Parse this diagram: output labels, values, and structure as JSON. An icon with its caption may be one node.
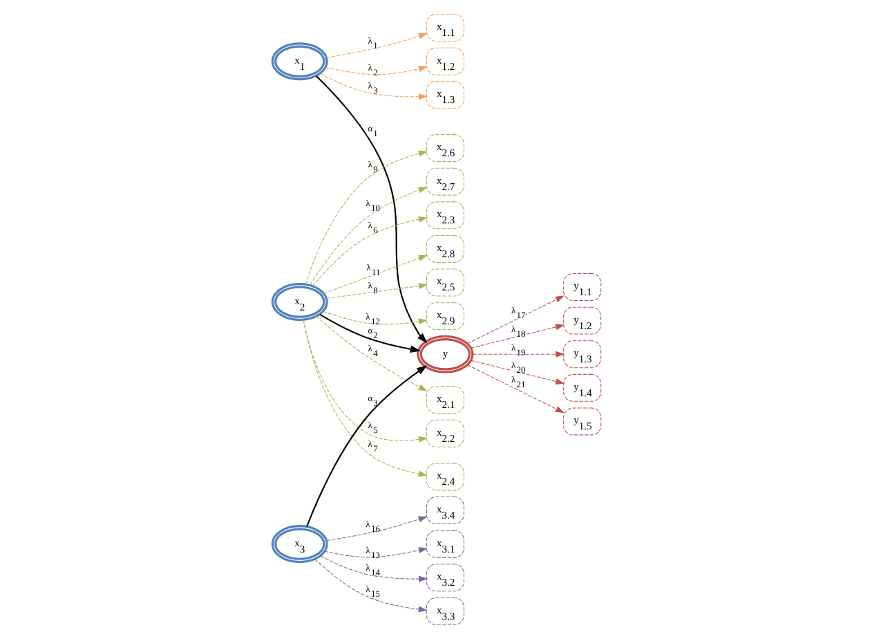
{
  "diagram": {
    "nodes": [
      {
        "text": [
          "x$_{1}$"
        ]
      },
      {
        "text": [
          "x$_{1.1}$"
        ]
      },
      {
        "text": [
          "x$_{1.2}$"
        ]
      },
      {
        "text": [
          "x$_{1.3}$"
        ]
      },
      {
        "text": [
          "x$_{2}$"
        ]
      },
      {
        "text": [
          "x$_{2.1}$"
        ]
      },
      {
        "text": [
          "x$_{2.2}$"
        ]
      },
      {
        "text": [
          "x$_{2.3}$"
        ]
      },
      {
        "text": [
          "x$_{2.4}$"
        ]
      },
      {
        "text": [
          "x$_{2.5}$"
        ]
      },
      {
        "text": [
          "x$_{2.6}$"
        ]
      },
      {
        "text": [
          "x$_{2.7}$"
        ]
      },
      {
        "text": [
          "x$_{2.8}$"
        ]
      },
      {
        "text": [
          "x$_{2.9}$"
        ]
      },
      {
        "text": [
          "x$_{3}$"
        ]
      },
      {
        "text": [
          "x$_{3.1}$"
        ]
      },
      {
        "text": [
          "x$_{3.2}$"
        ]
      },
      {
        "text": [
          "x$_{3.3}$"
        ]
      },
      {
        "text": [
          "x$_{3.4}$"
        ]
      },
      {
        "text": [
          "y"
        ]
      },
      {
        "text": [
          "y$_{1.1}$"
        ]
      },
      {
        "text": [
          "y$_{1.2}$"
        ]
      },
      {
        "text": [
          "y$_{1.3}$"
        ]
      },
      {
        "text": [
          "y$_{1.4}$"
        ]
      },
      {
        "text": [
          "y$_{1.5}$"
        ]
      }
    ],
    "edges": [
      {
        "from": 0,
        "to": 1,
        "arrow": "to",
        "label": "λ$_{1}$",
        "style": "dashed",
        "color": "#f0a060"
      },
      {
        "from": 0,
        "to": 2,
        "arrow": "to",
        "label": "λ$_{2}$",
        "style": "dashed",
        "color": "#f0a060"
      },
      {
        "from": 0,
        "to": 3,
        "arrow": "to",
        "label": "λ$_{3}$",
        "style": "dashed",
        "color": "#f0a060"
      },
      {
        "from": 4,
        "to": 5,
        "arrow": "to",
        "label": "λ$_{4}$",
        "style": "dashed",
        "color": "#9bbb59"
      },
      {
        "from": 4,
        "to": 6,
        "arrow": "to",
        "label": "λ$_{5}$",
        "style": "dashed",
        "color": "#9bbb59"
      },
      {
        "from": 4,
        "to": 7,
        "arrow": "to",
        "label": "λ$_{6}$",
        "style": "dashed",
        "color": "#9bbb59"
      },
      {
        "from": 4,
        "to": 8,
        "arrow": "to",
        "label": "λ$_{7}$",
        "style": "dashed",
        "color": "#9bbb59"
      },
      {
        "from": 4,
        "to": 9,
        "arrow": "to",
        "label": "λ$_{8}$",
        "style": "dashed",
        "color": "#9bbb59"
      },
      {
        "from": 4,
        "to": 10,
        "arrow": "to",
        "label": "λ$_{9}$",
        "style": "dashed",
        "color": "#9bbb59"
      },
      {
        "from": 4,
        "to": 11,
        "arrow": "to",
        "label": "λ$_{10}$",
        "style": "dashed",
        "color": "#9bbb59"
      },
      {
        "from": 4,
        "to": 12,
        "arrow": "to",
        "label": "λ$_{11}$",
        "style": "dashed",
        "color": "#9bbb59"
      },
      {
        "from": 4,
        "to": 13,
        "arrow": "to",
        "label": "λ$_{12}$",
        "style": "dashed",
        "color": "#9bbb59"
      },
      {
        "from": 14,
        "to": 15,
        "arrow": "to",
        "label": "λ$_{13}$",
        "style": "dashed",
        "color": "#8064a2"
      },
      {
        "from": 14,
        "to": 16,
        "arrow": "to",
        "label": "λ$_{14}$",
        "style": "dashed",
        "color": "#8064a2"
      },
      {
        "from": 14,
        "to": 17,
        "arrow": "to",
        "label": "λ$_{15}$",
        "style": "dashed",
        "color": "#8064a2"
      },
      {
        "from": 14,
        "to": 18,
        "arrow": "to",
        "label": "λ$_{16}$",
        "style": "dashed",
        "color": "#8064a2"
      },
      {
        "from": 0,
        "to": 19,
        "arrow": "to",
        "label": "α$_{1}$",
        "color": "#000000"
      },
      {
        "from": 4,
        "to": 19,
        "arrow": "to",
        "label": "α$_{2}$",
        "color": "#000000"
      },
      {
        "from": 14,
        "to": 19,
        "arrow": "to",
        "label": "α$_{3}$",
        "color": "#000000"
      },
      {
        "from": 19,
        "to": 20,
        "arrow": "to",
        "label": "λ$_{17}$",
        "style": "dashed",
        "color": "#c0504d"
      },
      {
        "from": 19,
        "to": 21,
        "arrow": "to",
        "label": "λ$_{18}$",
        "style": "dashed",
        "color": "#c0504d"
      },
      {
        "from": 19,
        "to": 22,
        "arrow": "to",
        "label": "λ$_{19}$",
        "style": "dashed",
        "color": "#c0504d"
      },
      {
        "from": 19,
        "to": 23,
        "arrow": "to",
        "label": "λ$_{20}$",
        "style": "dashed",
        "color": "#c0504d"
      },
      {
        "from": 19,
        "to": 24,
        "arrow": "to",
        "label": "λ$_{21}$",
        "style": "dashed",
        "color": "#c0504d"
      }
    ]
  }
}
